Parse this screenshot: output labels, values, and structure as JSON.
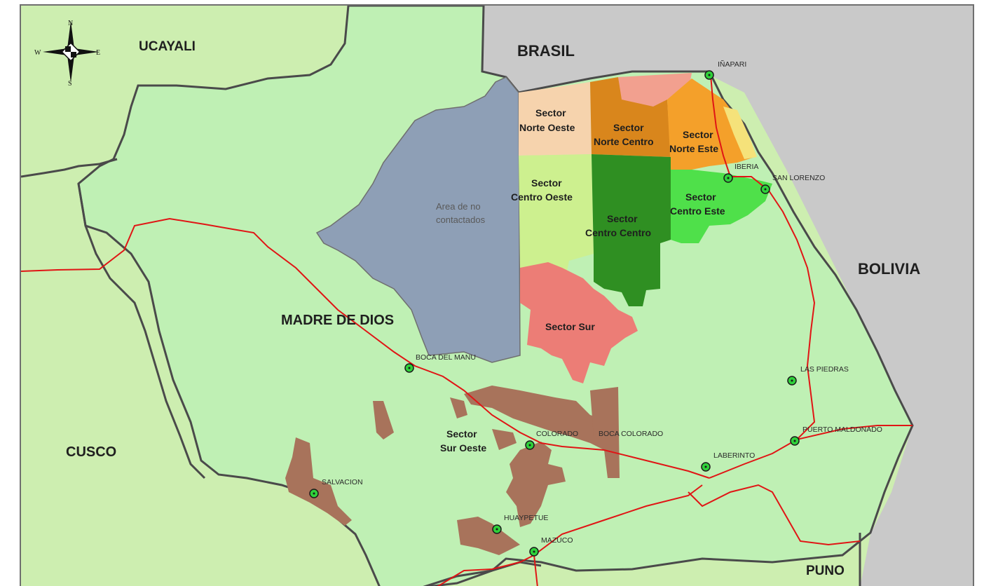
{
  "map": {
    "regions": {
      "ucayali": "UCAYALI",
      "brasil": "BRASIL",
      "bolivia": "BOLIVIA",
      "madre_de_dios": "MADRE DE DIOS",
      "cusco": "CUSCO",
      "puno": "PUNO"
    },
    "compass": {
      "n": "N",
      "s": "S",
      "e": "E",
      "w": "W"
    },
    "uncontacted_area": {
      "line1": "Area de no",
      "line2": "contactados"
    },
    "sectors": {
      "norte_oeste": {
        "line1": "Sector",
        "line2": "Norte Oeste"
      },
      "norte_centro": {
        "line1": "Sector",
        "line2": "Norte Centro"
      },
      "norte_este": {
        "line1": "Sector",
        "line2": "Norte Este"
      },
      "centro_oeste": {
        "line1": "Sector",
        "line2": "Centro Oeste"
      },
      "centro_centro": {
        "line1": "Sector",
        "line2": "Centro Centro"
      },
      "centro_este": {
        "line1": "Sector",
        "line2": "Centro Este"
      },
      "sur": {
        "line1": "Sector Sur"
      },
      "sur_oeste": {
        "line1": "Sector",
        "line2": "Sur Oeste"
      }
    },
    "towns": {
      "inapari": "IÑAPARI",
      "iberia": "IBERIA",
      "san_lorenzo": "SAN LORENZO",
      "boca_manu": "BOCA DEL MANU",
      "colorado": "COLORADO",
      "boca_colorado": "BOCA COLORADO",
      "las_piedras": "LAS PIEDRAS",
      "puerto_maldonado": "PUERTO MALDONADO",
      "laberinto": "LABERINTO",
      "salvacion": "SALVACION",
      "huaypetue": "HUAYPETUE",
      "mazuco": "MAZUCO"
    },
    "colors": {
      "foreign": "#c9c9c9",
      "md_green": "#bff0b4",
      "neighbor_green": "#cdeeb0",
      "uncontacted": "#8e9fb6",
      "norte_oeste": "#f6d3ad",
      "norte_centro": "#d9861c",
      "norte_este": "#f4a02a",
      "pink": "#f2a08f",
      "centro_oeste": "#cdf08f",
      "centro_centro": "#2f8f22",
      "centro_este": "#4fe04a",
      "sur": "#ec7d76",
      "mining": "#a8735b",
      "road": "#e01515",
      "border": "#4a4a4a",
      "town": "#2fd13a"
    }
  }
}
